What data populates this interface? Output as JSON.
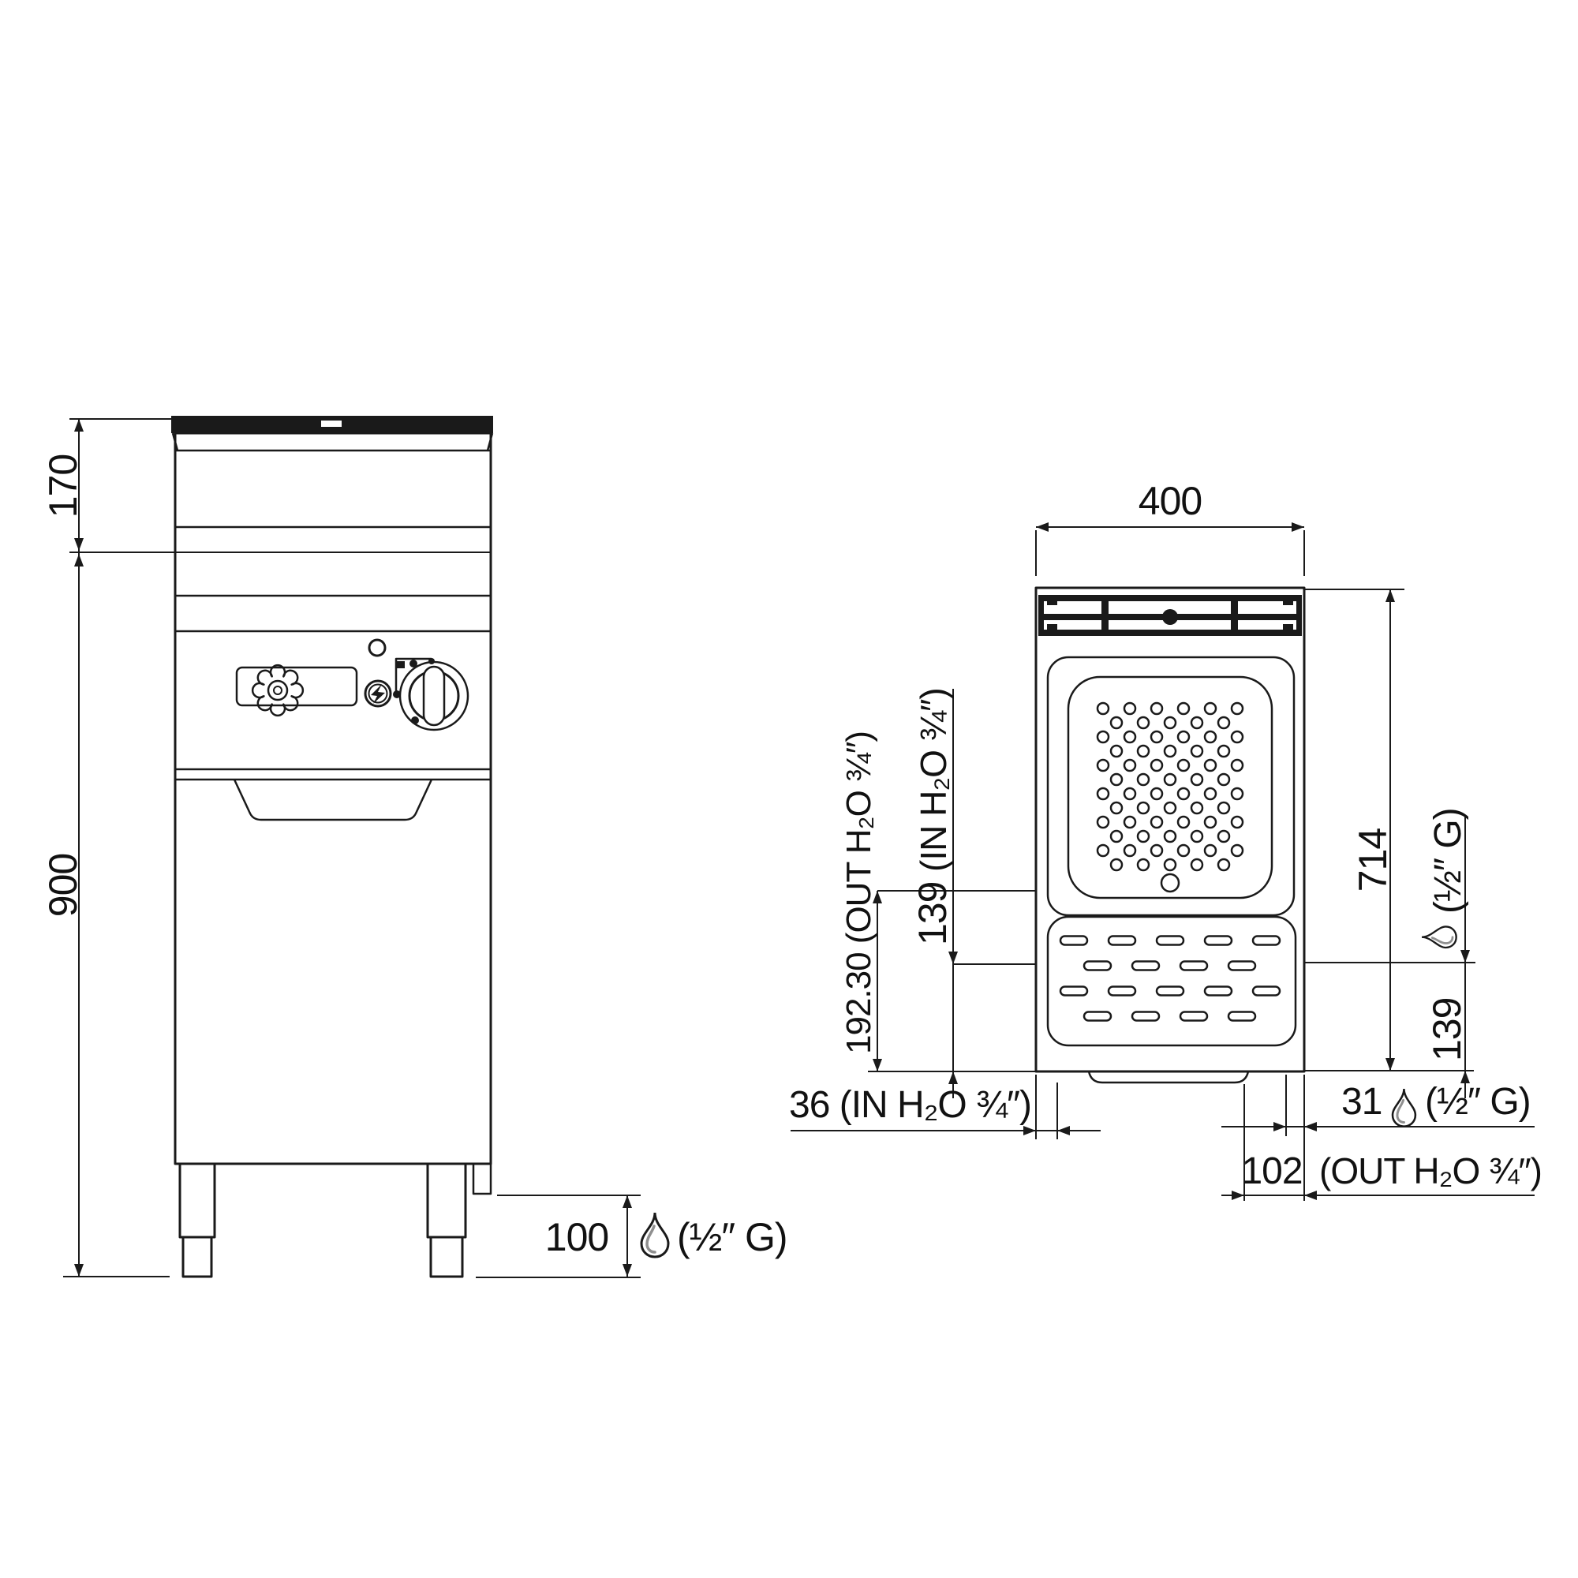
{
  "front_view": {
    "dim_top_section_height": "170",
    "dim_total_height": "900",
    "dim_gas_connection_height": "100",
    "gas_connection_label": "(½″ G)"
  },
  "top_view": {
    "dim_width": "400",
    "dim_depth_to_front": "714",
    "right": {
      "gas_label": "(½″ G)",
      "dim_gas_from_front": "139"
    },
    "left": {
      "out_water_label": "192.30 (OUT H₂O ¾″)",
      "in_water_label": "(IN H₂O ¾″)",
      "dim_in_water_from_front": "139"
    },
    "bottom": {
      "dim_in_water_from_left": "36 (IN H₂O ¾″)",
      "dim_gas_from_right": "31",
      "gas_label": "(½″ G)",
      "dim_out_water_from_right": "102",
      "out_water_label": "(OUT H₂O ¾″)"
    }
  },
  "icons": {
    "gas_flame_icon": "drop-flame-outline"
  },
  "colors": {
    "line": "#1a1a1a",
    "flame_inner_accent": "#8f8f8f",
    "background": "#ffffff"
  }
}
